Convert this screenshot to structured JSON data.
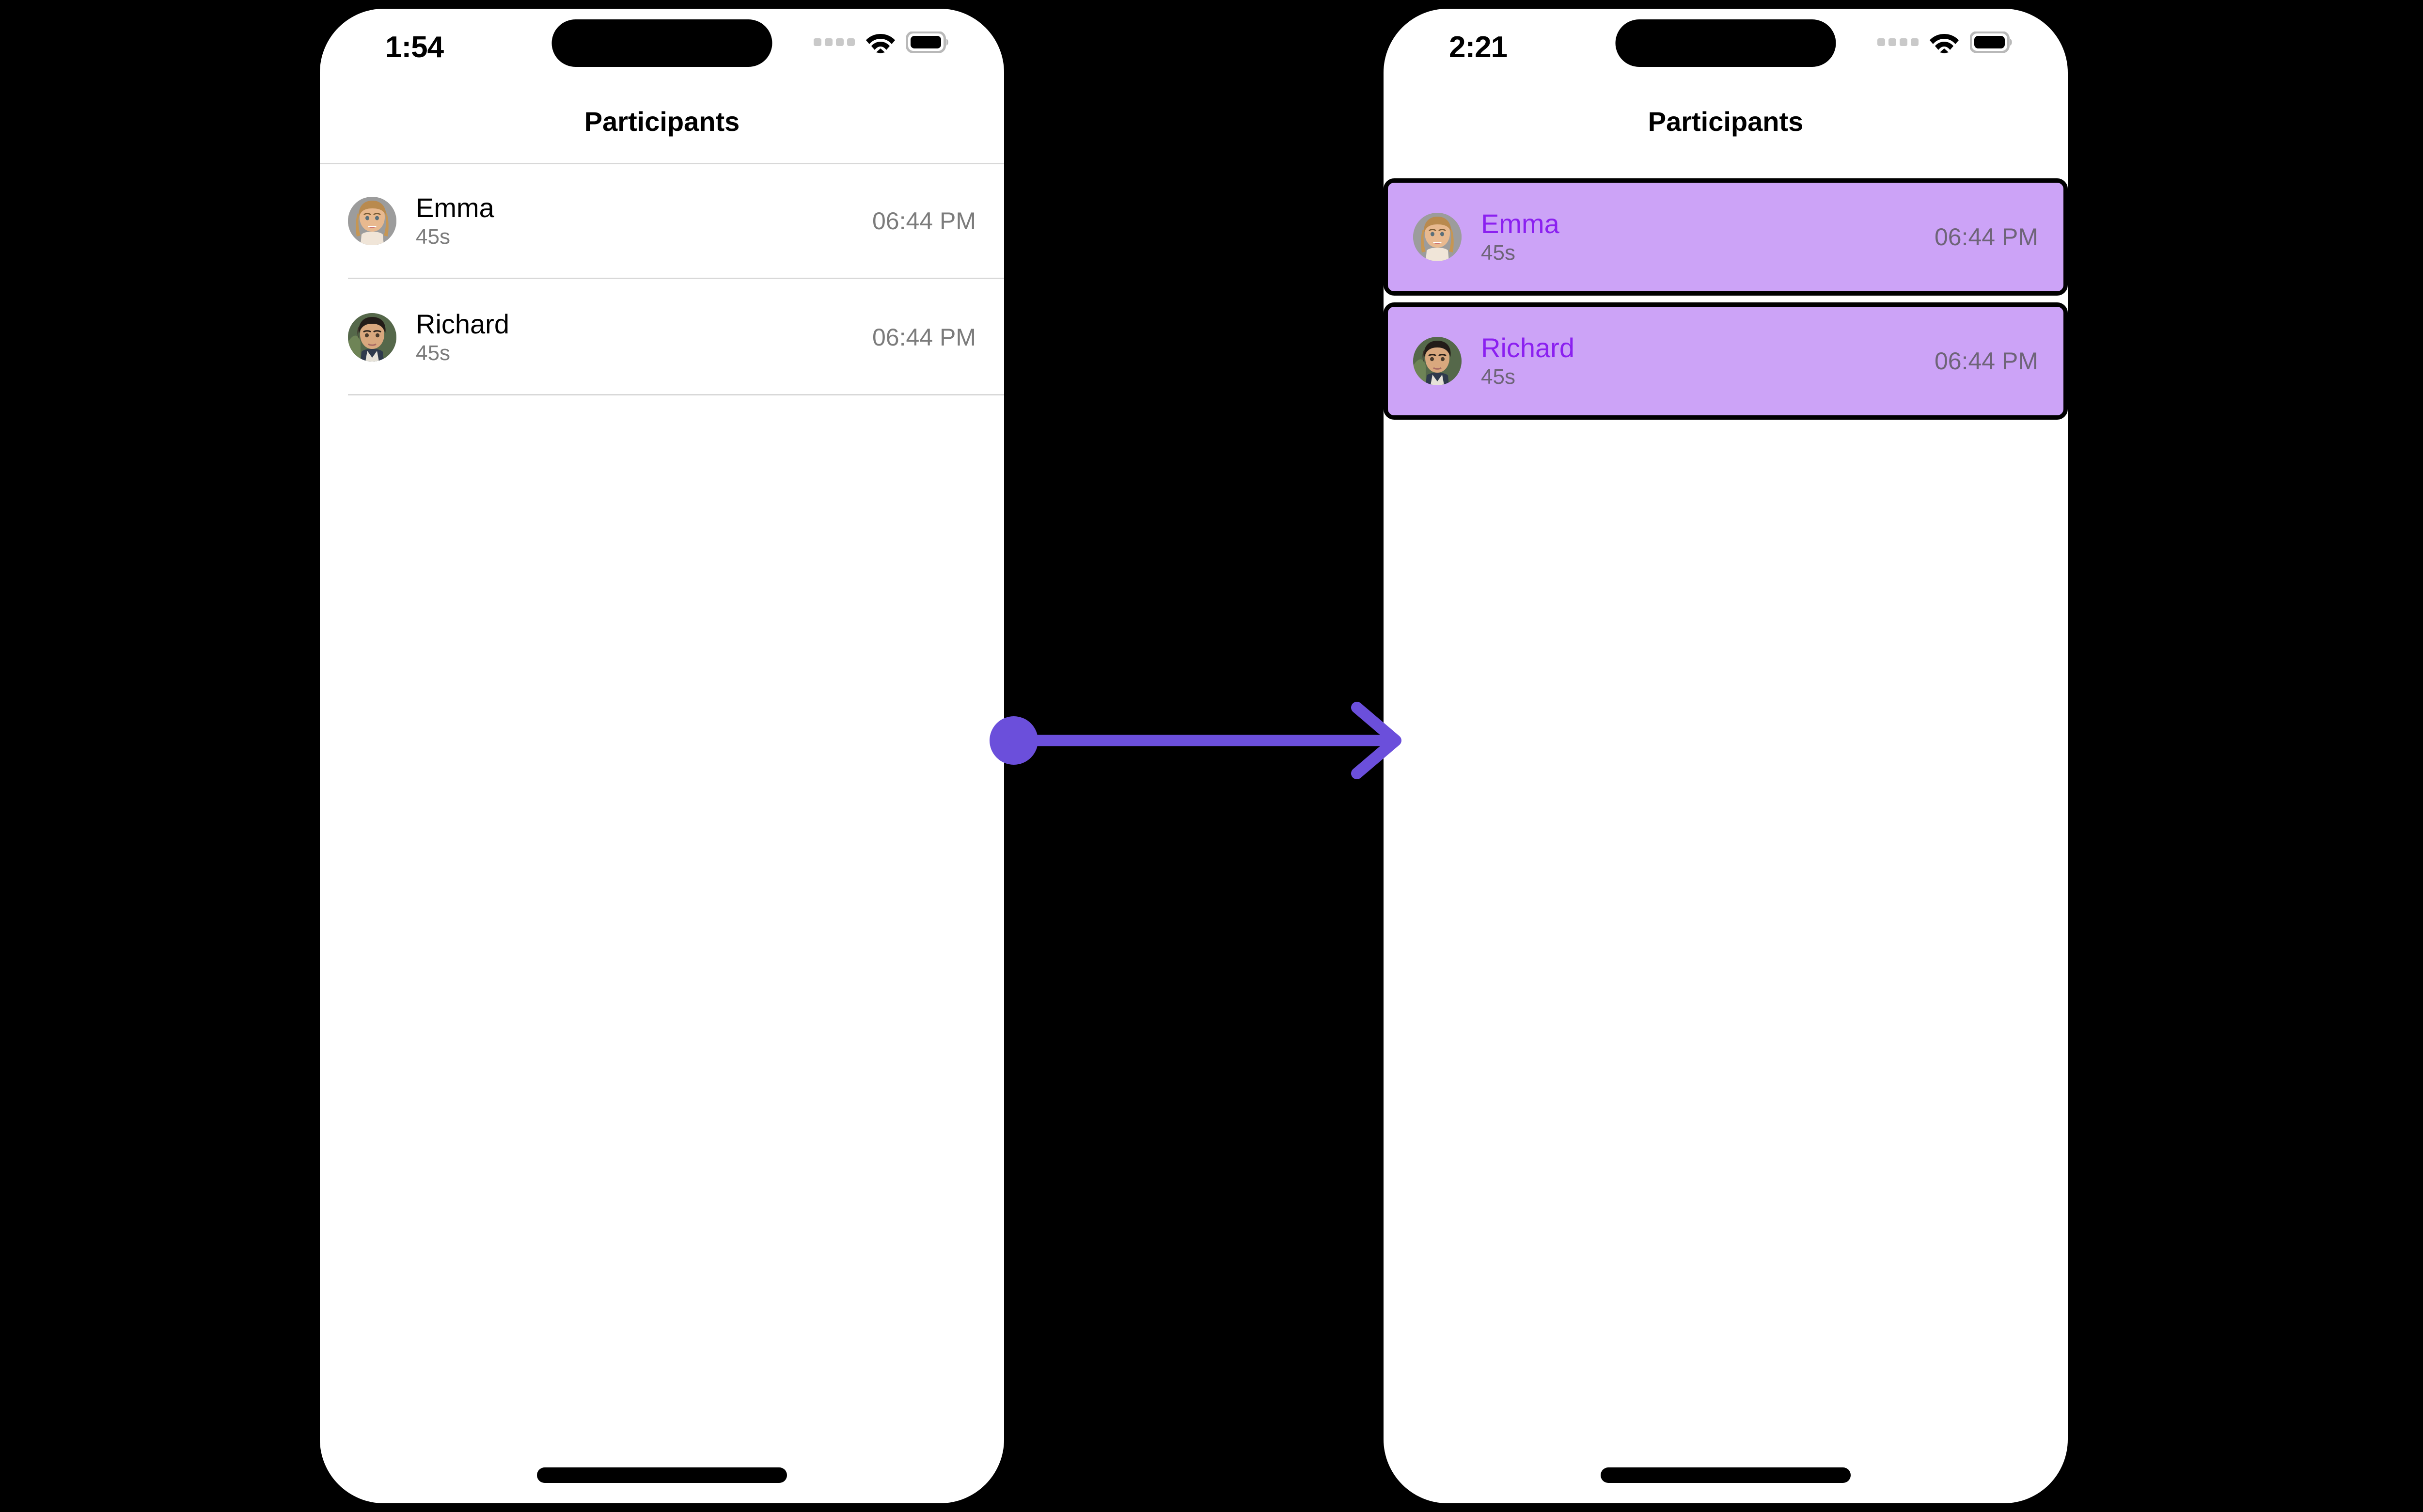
{
  "accent": {
    "arrow": "#6b4fdb",
    "highlight_bg": "#cca3f7",
    "highlight_text": "#8b20f0",
    "highlight_border": "#000000",
    "muted_text": "#7c7c7c"
  },
  "screens": [
    {
      "id": "before",
      "status_bar": {
        "time": "1:54",
        "signal_icon": "signal-dots-icon",
        "wifi_icon": "wifi-icon",
        "battery_icon": "battery-icon"
      },
      "nav": {
        "title": "Participants"
      },
      "list": {
        "selected": false,
        "rows": [
          {
            "avatar_icon": "avatar-emma",
            "name": "Emma",
            "subtitle": "45s",
            "time": "06:44 PM"
          },
          {
            "avatar_icon": "avatar-richard",
            "name": "Richard",
            "subtitle": "45s",
            "time": "06:44 PM"
          }
        ]
      },
      "home_indicator": "home-indicator"
    },
    {
      "id": "after",
      "status_bar": {
        "time": "2:21",
        "signal_icon": "signal-dots-icon",
        "wifi_icon": "wifi-icon",
        "battery_icon": "battery-icon"
      },
      "nav": {
        "title": "Participants"
      },
      "list": {
        "selected": true,
        "rows": [
          {
            "avatar_icon": "avatar-emma",
            "name": "Emma",
            "subtitle": "45s",
            "time": "06:44 PM"
          },
          {
            "avatar_icon": "avatar-richard",
            "name": "Richard",
            "subtitle": "45s",
            "time": "06:44 PM"
          }
        ]
      },
      "home_indicator": "home-indicator"
    }
  ],
  "transition": {
    "icon": "arrow-right-icon",
    "from_marker": "start-dot"
  }
}
